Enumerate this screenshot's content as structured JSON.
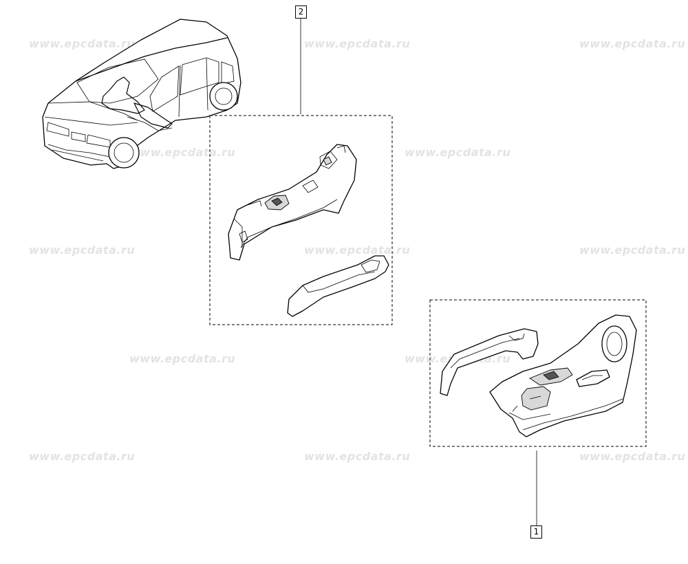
{
  "watermark": "www.epcdata.ru",
  "callouts": {
    "part_1": "1",
    "part_2": "2"
  }
}
